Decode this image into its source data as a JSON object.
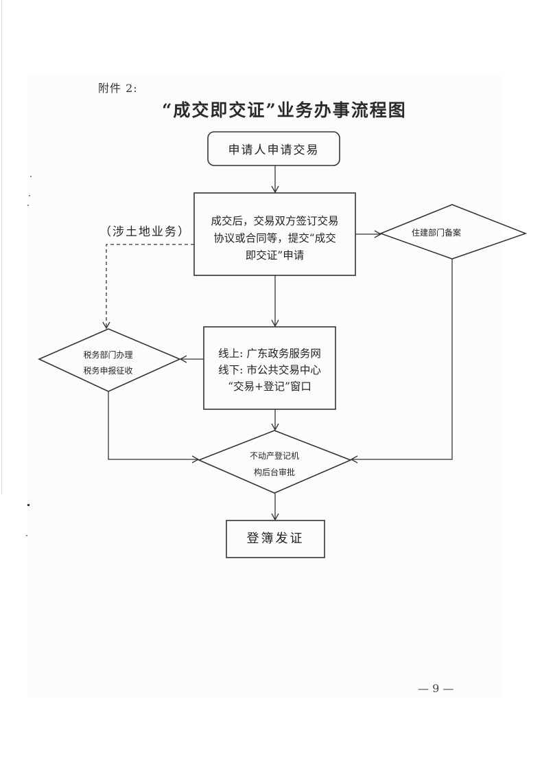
{
  "document": {
    "attachment_label": "附件 2:",
    "title": "“成交即交证”业务办事流程图",
    "page_number": "— 9 —"
  },
  "flowchart": {
    "nodes": {
      "start": {
        "label": "申请人申请交易",
        "shape": "rounded-rect"
      },
      "submit": {
        "lines": [
          "成交后，交易双方签订交易",
          "协议或合同等，提交“成交",
          "即交证”申请"
        ],
        "shape": "rect"
      },
      "land_branch": {
        "label": "（涉土地业务）",
        "shape": "annotation"
      },
      "housing": {
        "label": "住建部门备案",
        "shape": "diamond"
      },
      "tax": {
        "lines": [
          "税务部门办理",
          "税务申报征收"
        ],
        "shape": "diamond"
      },
      "channel": {
        "lines": [
          "线上: 广东政务服务网",
          "线下: 市公共交易中心",
          "“交易+登记”窗口"
        ],
        "shape": "rect"
      },
      "approve": {
        "lines": [
          "不动产登记机",
          "构后台审批"
        ],
        "shape": "diamond"
      },
      "issue": {
        "label": "登簿发证",
        "shape": "rect"
      }
    },
    "edges": [
      {
        "from": "start",
        "to": "submit",
        "style": "solid"
      },
      {
        "from": "submit",
        "to": "housing",
        "style": "solid"
      },
      {
        "from": "submit",
        "to": "tax",
        "style": "dashed",
        "condition": "（涉土地业务）"
      },
      {
        "from": "submit",
        "to": "channel",
        "style": "solid"
      },
      {
        "from": "channel",
        "to": "tax",
        "style": "solid"
      },
      {
        "from": "channel",
        "to": "approve",
        "style": "solid"
      },
      {
        "from": "tax",
        "to": "approve",
        "style": "solid"
      },
      {
        "from": "housing",
        "to": "approve",
        "style": "solid"
      },
      {
        "from": "approve",
        "to": "issue",
        "style": "solid"
      }
    ],
    "line_color": "#333333"
  }
}
